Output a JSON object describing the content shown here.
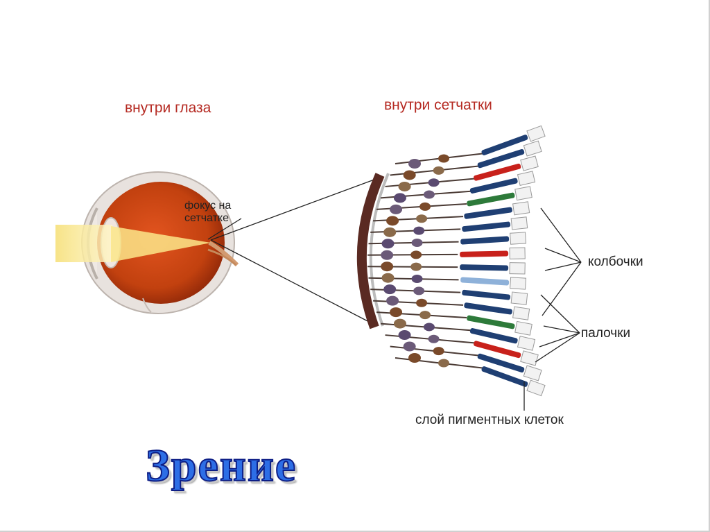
{
  "headings": {
    "inside_eye": "внутри глаза",
    "inside_retina": "внутри сетчатки"
  },
  "labels": {
    "focus_line1": "фокус на",
    "focus_line2": "сетчатке",
    "cones": "колбочки",
    "rods": "палочки",
    "pigment_layer": "слой пигментных клеток"
  },
  "title": "Зрение",
  "colors": {
    "heading": "#b52a22",
    "eyeball": "#c2410f",
    "light_beam": "#f6e07a",
    "rod": "#1f3f73",
    "cone_red": "#c8211b",
    "cone_green": "#2d7a3a",
    "cone_blue": "#8eb1d9",
    "title_fill": "#2d6ee6",
    "title_outline": "#0d1e86"
  },
  "icons": [
    "eye-cross-section-icon",
    "retina-layers-icon"
  ]
}
